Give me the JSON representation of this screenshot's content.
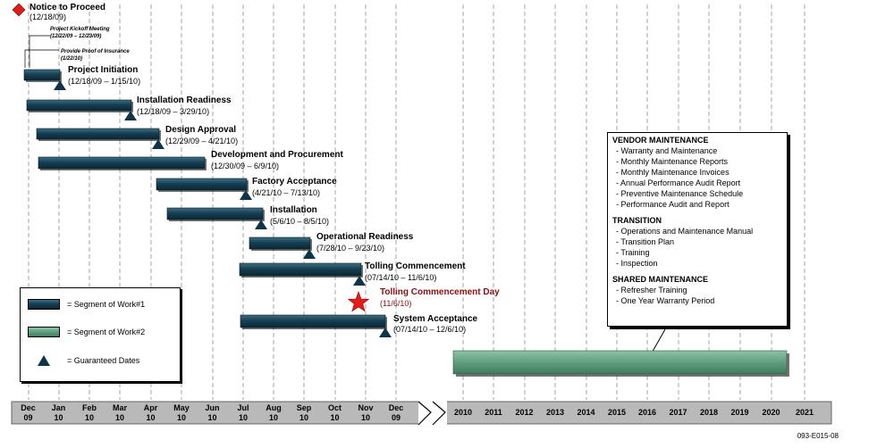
{
  "notice": {
    "title": "Notice to Proceed",
    "date": "(12/18/09)"
  },
  "small_notes": [
    {
      "title": "Project Kickoff Meeting",
      "date": "(12/22/09 – 12/23/09)"
    },
    {
      "title": "Provide Proof of Insurance",
      "date": "(1/22/10)"
    }
  ],
  "tasks": [
    {
      "title": "Project Initiation",
      "dates": "(12/18/09 – 1/15/10)"
    },
    {
      "title": "Installation Readiness",
      "dates": "(12/18/09 – 3/29/10)"
    },
    {
      "title": "Design Approval",
      "dates": "(12/29/09 – 4/21/10)"
    },
    {
      "title": "Development and Procurement",
      "dates": "(12/30/09 – 6/9/10)"
    },
    {
      "title": "Factory Acceptance",
      "dates": "(4/21/10 – 7/13/10)"
    },
    {
      "title": "Installation",
      "dates": "(5/6/10 – 8/5/10)"
    },
    {
      "title": "Operational Readiness",
      "dates": "(7/28/10 – 9/23/10)"
    },
    {
      "title": "Tolling Commencement",
      "dates": "(07/14/10 – 11/6/10)"
    },
    {
      "title": "System Acceptance",
      "dates": "(07/14/10 – 12/6/10)"
    }
  ],
  "milestone": {
    "title": "Tolling Commencement Day",
    "date": "(11/6/10)"
  },
  "legend": {
    "seg1": "= Segment of Work#1",
    "seg2": "= Segment of Work#2",
    "guaranteed": "= Guaranteed Dates"
  },
  "vendor_box": {
    "sections": [
      {
        "heading": "VENDOR MAINTENANCE",
        "items": [
          "- Warranty and Maintenance",
          "- Monthly Maintenance Reports",
          "- Monthly Maintenance Invoices",
          "- Annual Performance Audit Report",
          "- Preventive Maintenance Schedule",
          "- Performance Audit and Report"
        ]
      },
      {
        "heading": "TRANSITION",
        "items": [
          "- Operations and Maintenance Manual",
          "- Transition Plan",
          "- Training",
          "- Inspection"
        ]
      },
      {
        "heading": "SHARED MAINTENANCE",
        "items": [
          "- Refresher Training",
          "- One Year Warranty Period"
        ]
      }
    ]
  },
  "axis": {
    "months": [
      {
        "m": "Dec",
        "y": "09"
      },
      {
        "m": "Jan",
        "y": "10"
      },
      {
        "m": "Feb",
        "y": "10"
      },
      {
        "m": "Mar",
        "y": "10"
      },
      {
        "m": "Apr",
        "y": "10"
      },
      {
        "m": "May",
        "y": "10"
      },
      {
        "m": "Jun",
        "y": "10"
      },
      {
        "m": "Jul",
        "y": "10"
      },
      {
        "m": "Aug",
        "y": "10"
      },
      {
        "m": "Sep",
        "y": "10"
      },
      {
        "m": "Oct",
        "y": "10"
      },
      {
        "m": "Nov",
        "y": "10"
      },
      {
        "m": "Dec",
        "y": "09"
      }
    ],
    "years": [
      "2010",
      "2011",
      "2012",
      "2013",
      "2014",
      "2015",
      "2016",
      "2017",
      "2018",
      "2019",
      "2020",
      "2021"
    ]
  },
  "footer_code": "093-E015-08",
  "colors": {
    "seg1": "#163f52",
    "seg2": "#5f9e7e",
    "guarantee": "#0f3447",
    "milestone": "#e21b1b",
    "notice": "#e01b1b",
    "axis_bar": "#b9b9b9"
  }
}
